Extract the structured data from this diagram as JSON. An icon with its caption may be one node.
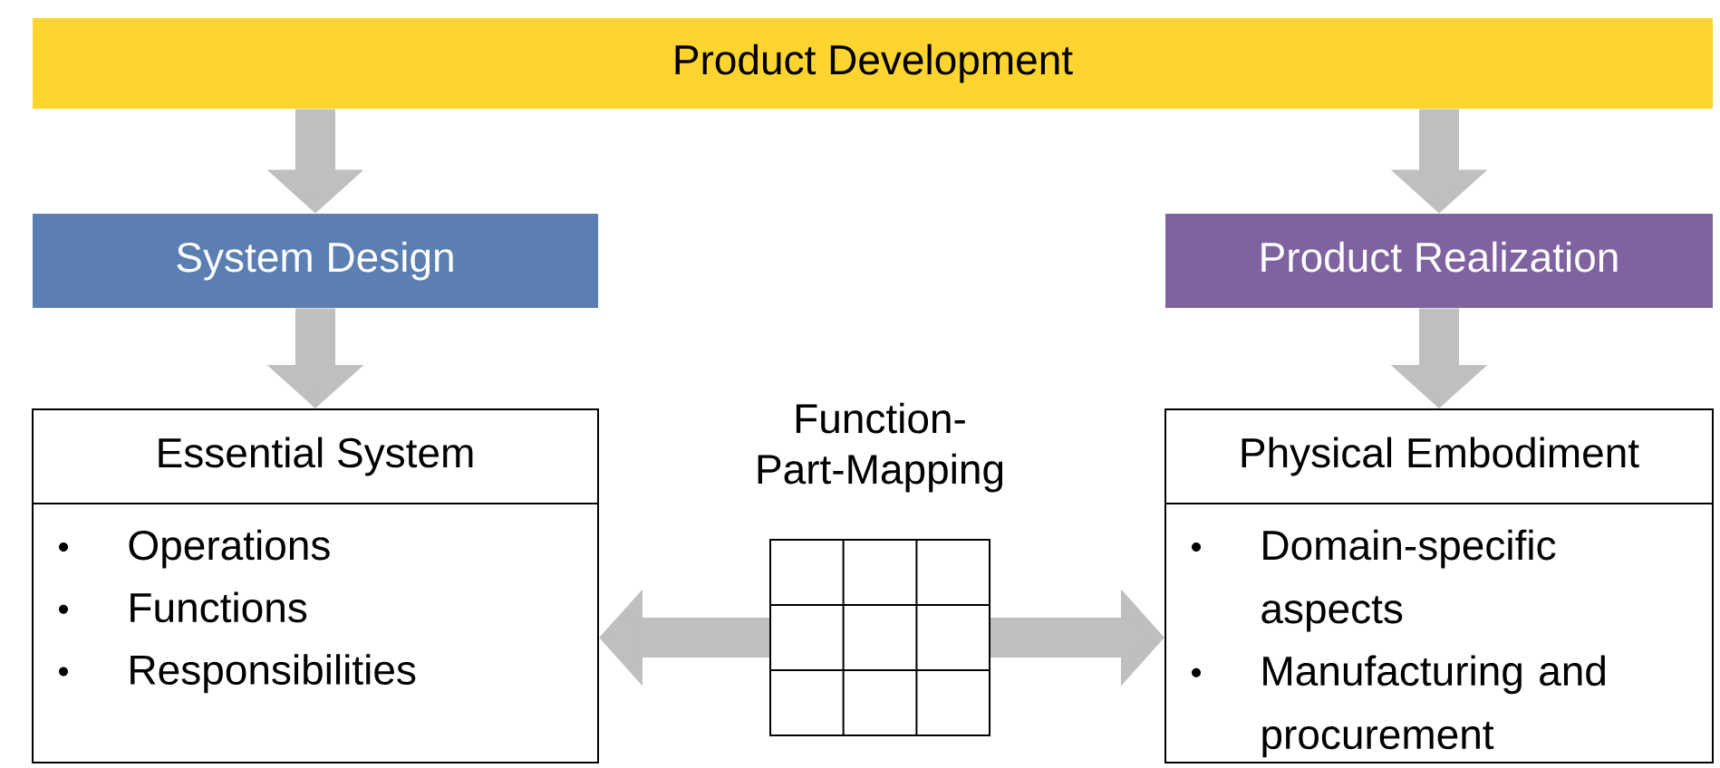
{
  "diagram": {
    "nodes": [
      {
        "text": [
          "Product Development"
        ]
      },
      {
        "text": [
          "System Design"
        ]
      },
      {
        "text": [
          "Product Realization"
        ]
      },
      {
        "text": [
          "Essential System",
          "Operations",
          "Functions",
          "Responsibilities"
        ]
      },
      {
        "text": [
          "Physical Embodiment",
          "Domain-specific aspects",
          "Manufacturing and procurement"
        ]
      },
      {
        "text": [
          "Function-Part-Mapping"
        ]
      }
    ],
    "edges": [
      {
        "from": 0,
        "to": 1,
        "arrow": "to"
      },
      {
        "from": 0,
        "to": 2,
        "arrow": "to"
      },
      {
        "from": 1,
        "to": 3,
        "arrow": "to"
      },
      {
        "from": 2,
        "to": 4,
        "arrow": "to"
      },
      {
        "from": 5,
        "to": 3,
        "arrow": "to"
      },
      {
        "from": 5,
        "to": 4,
        "arrow": "to"
      }
    ]
  }
}
